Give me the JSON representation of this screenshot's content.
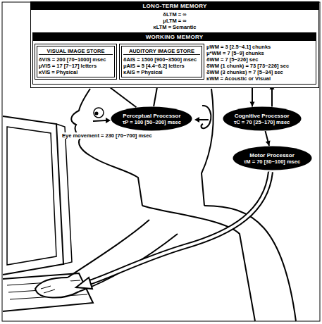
{
  "diagram": {
    "nodes": [
      {
        "text": [
          "LONG-TERM MEMORY",
          "δLTM = ∞",
          "μLTM = ∞",
          "κLTM = Semantic"
        ]
      },
      {
        "text": [
          "WORKING MEMORY",
          "μWM = 3 [2.5~4.1] chunks",
          "μ*WM = 7 [5~9] chunks",
          "δWM = 7 [5~226] sec",
          "δWM (1 chunk) = 73 [73~226] sec",
          "δWM (3 chunks) = 7 [5~34] sec",
          "κWM = Acoustic or Visual"
        ],
        "in": 0
      },
      {
        "text": [
          "VISUAL IMAGE STORE",
          "δVIS = 200 [70~1000] msec",
          "μVIS = 17 [7~17] letters",
          "κVIS = Physical"
        ],
        "in": 1
      },
      {
        "text": [
          "AUDITORY IMAGE STORE",
          "δAIS = 1500 [900~3500] msec",
          "μAIS = 5 [4.4~6.2] letters",
          "κAIS = Physical"
        ],
        "in": 1
      },
      {
        "text": [
          "Perceptual Processor",
          "τP = 100 [50~200] msec"
        ]
      },
      {
        "text": [
          "Cognitive Processor",
          "τC = 70 [25~170] msec"
        ]
      },
      {
        "text": [
          "Motor Processor",
          "τM = 70 [30~100] msec"
        ]
      }
    ],
    "edges": [
      {
        "from": 4,
        "to": 2,
        "arrow": "to"
      },
      {
        "from": 4,
        "to": 3,
        "arrow": "to"
      },
      {
        "from": 1,
        "to": 5,
        "arrow": "to"
      },
      {
        "from": 5,
        "to": 1,
        "arrow": "to"
      },
      {
        "from": 5,
        "to": 6,
        "arrow": "to"
      }
    ],
    "labels": [
      "Eye movement = 230 [70~700] msec"
    ]
  }
}
